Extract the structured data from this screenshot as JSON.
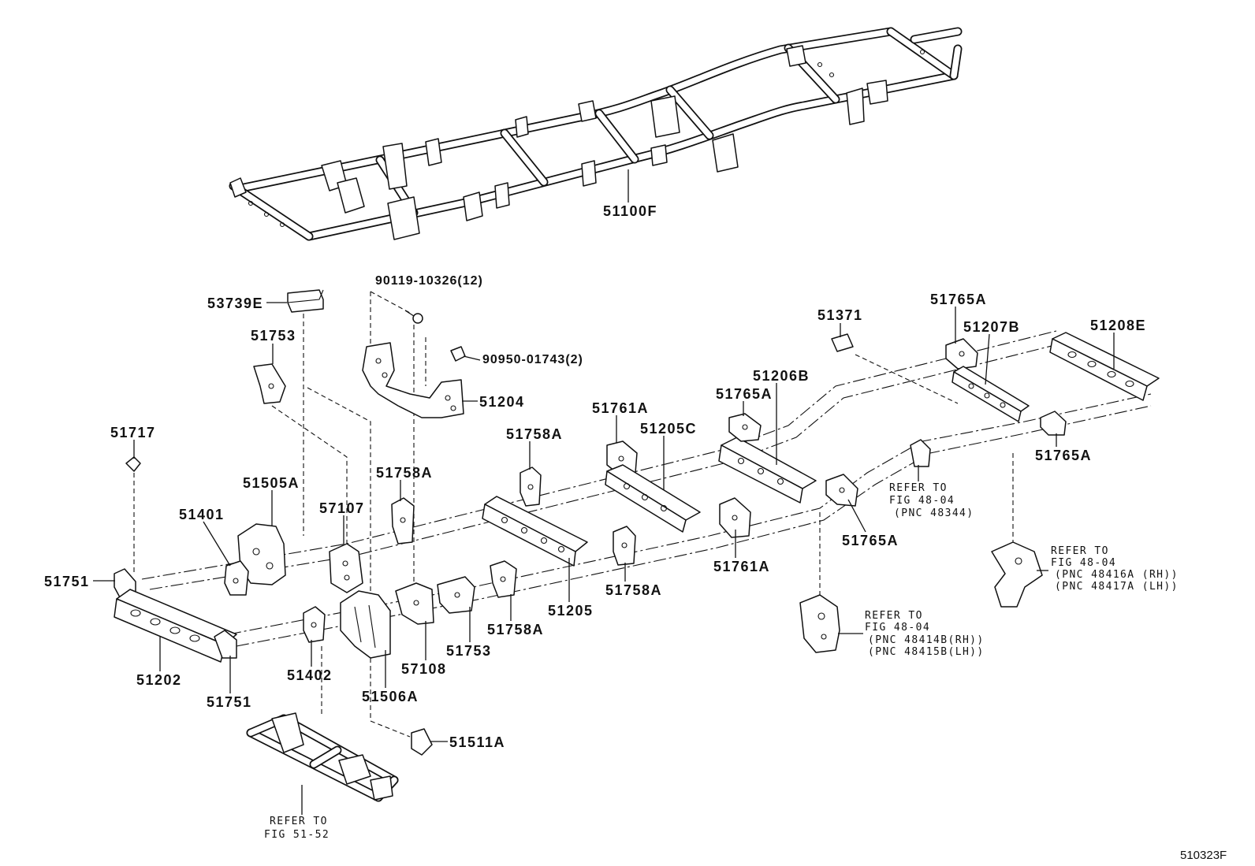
{
  "figure_id": "510323F",
  "colors": {
    "ink": "#111111",
    "background": "#ffffff"
  },
  "callouts": [
    {
      "part_no": "51100F"
    },
    {
      "part_no": "90119-10326(12)"
    },
    {
      "part_no": "53739E"
    },
    {
      "part_no": "51753"
    },
    {
      "part_no": "90950-01743(2)"
    },
    {
      "part_no": "51204"
    },
    {
      "part_no": "51371"
    },
    {
      "part_no": "51765A"
    },
    {
      "part_no": "51207B"
    },
    {
      "part_no": "51208E"
    },
    {
      "part_no": "51206B"
    },
    {
      "part_no": "51765A"
    },
    {
      "part_no": "51761A"
    },
    {
      "part_no": "51205C"
    },
    {
      "part_no": "51717"
    },
    {
      "part_no": "51758A"
    },
    {
      "part_no": "51765A"
    },
    {
      "part_no": "51758A"
    },
    {
      "part_no": "51505A"
    },
    {
      "part_no": "57107"
    },
    {
      "part_no": "51401"
    },
    {
      "part_no": "51765A"
    },
    {
      "part_no": "51751"
    },
    {
      "part_no": "51761A"
    },
    {
      "part_no": "51758A"
    },
    {
      "part_no": "51205"
    },
    {
      "part_no": "51758A"
    },
    {
      "part_no": "51753"
    },
    {
      "part_no": "57108"
    },
    {
      "part_no": "51402"
    },
    {
      "part_no": "51202"
    },
    {
      "part_no": "51751"
    },
    {
      "part_no": "51506A"
    },
    {
      "part_no": "51511A"
    }
  ],
  "refer_notes": [
    {
      "lines": [
        "REFER TO",
        "FIG 48-04",
        "(PNC 48344)"
      ]
    },
    {
      "lines": [
        "REFER TO",
        "FIG 48-04",
        "(PNC 48416A (RH))",
        "(PNC 48417A (LH))"
      ]
    },
    {
      "lines": [
        "REFER TO",
        "FIG 48-04",
        "(PNC 48414B(RH))",
        "(PNC 48415B(LH))"
      ]
    },
    {
      "lines": [
        "REFER TO",
        "FIG 51-52"
      ]
    }
  ]
}
